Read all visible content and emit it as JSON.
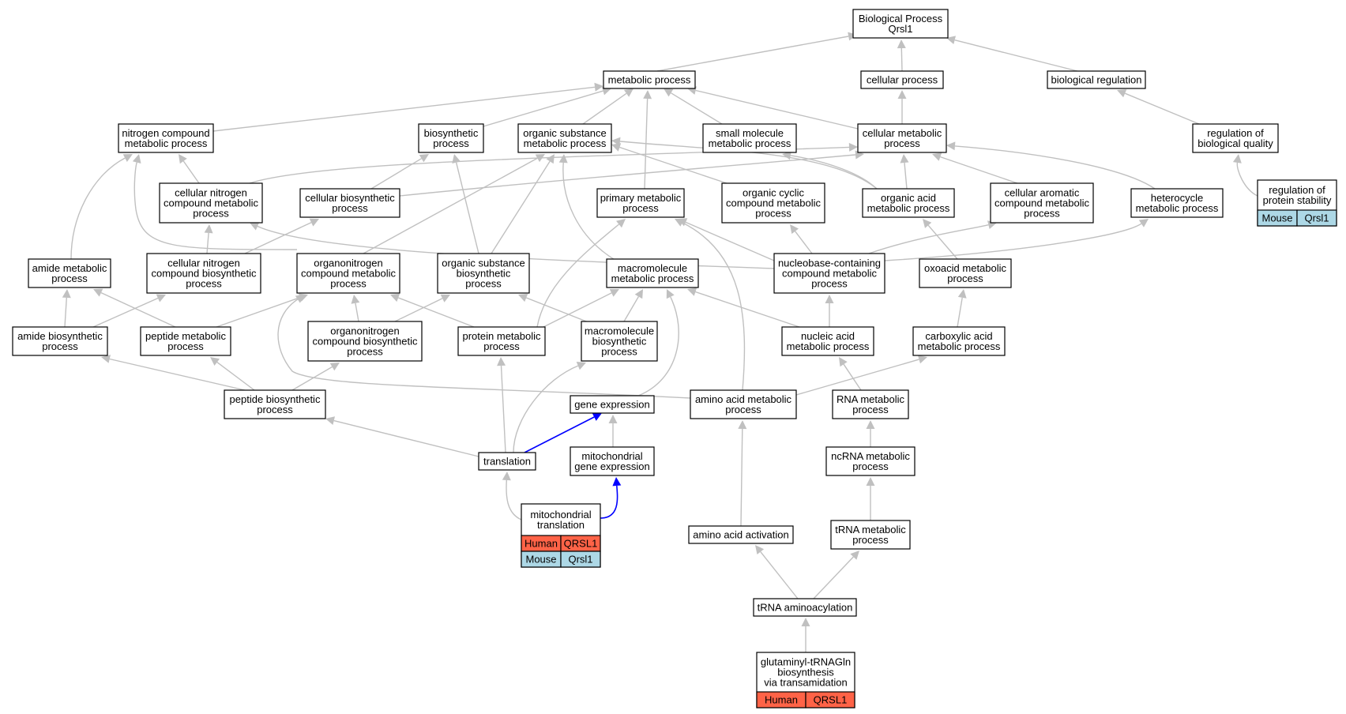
{
  "colors": {
    "human": "#ff6347",
    "mouse": "#add8e6",
    "edge": "#c0c0c0",
    "highlight_edge": "#0000ff"
  },
  "nodes": {
    "biological_process": [
      "Biological Process",
      "Qrsl1"
    ],
    "metabolic_process": [
      "metabolic process"
    ],
    "cellular_process": [
      "cellular process"
    ],
    "biological_regulation": [
      "biological regulation"
    ],
    "nitrogen_compound_metabolic_process": [
      "nitrogen compound",
      "metabolic process"
    ],
    "biosynthetic_process": [
      "biosynthetic",
      "process"
    ],
    "organic_substance_metabolic_process": [
      "organic substance",
      "metabolic process"
    ],
    "small_molecule_metabolic_process": [
      "small molecule",
      "metabolic process"
    ],
    "cellular_metabolic_process": [
      "cellular metabolic",
      "process"
    ],
    "regulation_of_biological_quality": [
      "regulation of",
      "biological quality"
    ],
    "cellular_nitrogen_compound_metabolic_process": [
      "cellular nitrogen",
      "compound metabolic",
      "process"
    ],
    "cellular_biosynthetic_process": [
      "cellular biosynthetic",
      "process"
    ],
    "primary_metabolic_process": [
      "primary metabolic",
      "process"
    ],
    "organic_cyclic_compound_metabolic_process": [
      "organic cyclic",
      "compound metabolic",
      "process"
    ],
    "organic_acid_metabolic_process": [
      "organic acid",
      "metabolic process"
    ],
    "cellular_aromatic_compound_metabolic_process": [
      "cellular aromatic",
      "compound metabolic",
      "process"
    ],
    "heterocycle_metabolic_process": [
      "heterocycle",
      "metabolic process"
    ],
    "regulation_of_protein_stability": [
      "regulation of",
      "protein stability"
    ],
    "amide_metabolic_process": [
      "amide metabolic",
      "process"
    ],
    "cellular_nitrogen_compound_biosynthetic_process": [
      "cellular nitrogen",
      "compound biosynthetic",
      "process"
    ],
    "organonitrogen_compound_metabolic_process": [
      "organonitrogen",
      "compound metabolic",
      "process"
    ],
    "organic_substance_biosynthetic_process": [
      "organic substance",
      "biosynthetic",
      "process"
    ],
    "macromolecule_metabolic_process": [
      "macromolecule",
      "metabolic process"
    ],
    "nucleobase_containing_compound_metabolic_process": [
      "nucleobase-containing",
      "compound metabolic",
      "process"
    ],
    "oxoacid_metabolic_process": [
      "oxoacid metabolic",
      "process"
    ],
    "amide_biosynthetic_process": [
      "amide biosynthetic",
      "process"
    ],
    "peptide_metabolic_process": [
      "peptide metabolic",
      "process"
    ],
    "organonitrogen_compound_biosynthetic_process": [
      "organonitrogen",
      "compound biosynthetic",
      "process"
    ],
    "protein_metabolic_process": [
      "protein metabolic",
      "process"
    ],
    "macromolecule_biosynthetic_process": [
      "macromolecule",
      "biosynthetic",
      "process"
    ],
    "nucleic_acid_metabolic_process": [
      "nucleic acid",
      "metabolic process"
    ],
    "carboxylic_acid_metabolic_process": [
      "carboxylic acid",
      "metabolic process"
    ],
    "peptide_biosynthetic_process": [
      "peptide biosynthetic",
      "process"
    ],
    "gene_expression": [
      "gene expression"
    ],
    "amino_acid_metabolic_process": [
      "amino acid metabolic",
      "process"
    ],
    "rna_metabolic_process": [
      "RNA metabolic",
      "process"
    ],
    "translation": [
      "translation"
    ],
    "mitochondrial_gene_expression": [
      "mitochondrial",
      "gene expression"
    ],
    "ncrna_metabolic_process": [
      "ncRNA metabolic",
      "process"
    ],
    "mitochondrial_translation": [
      "mitochondrial",
      "translation"
    ],
    "amino_acid_activation": [
      "amino acid activation"
    ],
    "trna_metabolic_process": [
      "tRNA metabolic",
      "process"
    ],
    "trna_aminoacylation": [
      "tRNA aminoacylation"
    ],
    "glutaminyl_trnagln_biosynthesis": [
      "glutaminyl-tRNAGln",
      "biosynthesis",
      "via transamidation"
    ]
  },
  "annotations": {
    "regulation_of_protein_stability": [
      {
        "species": "Mouse",
        "gene": "Qrsl1",
        "color": "#add8e6"
      }
    ],
    "mitochondrial_translation": [
      {
        "species": "Human",
        "gene": "QRSL1",
        "color": "#ff6347"
      },
      {
        "species": "Mouse",
        "gene": "Qrsl1",
        "color": "#add8e6"
      }
    ],
    "glutaminyl_trnagln_biosynthesis": [
      {
        "species": "Human",
        "gene": "QRSL1",
        "color": "#ff6347"
      }
    ]
  }
}
